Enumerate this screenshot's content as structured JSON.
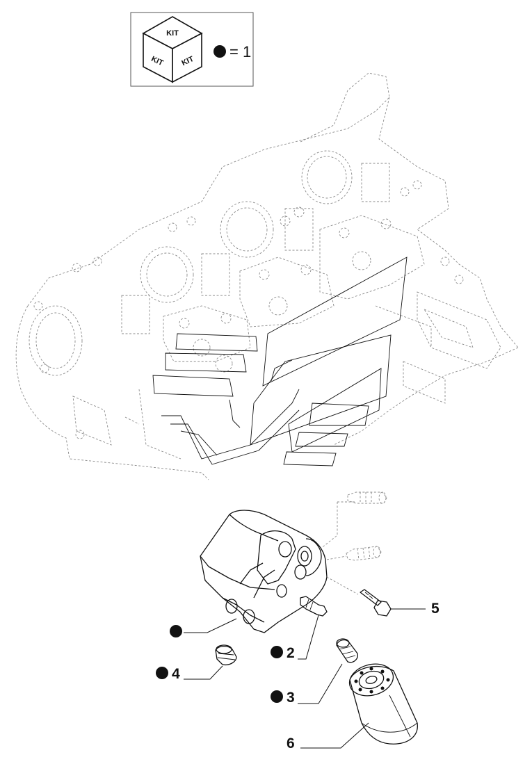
{
  "legend": {
    "kit_top": "KIT",
    "kit_left": "KIT",
    "kit_right": "KIT",
    "equals_text": "= 1"
  },
  "callouts": {
    "item_2": "2",
    "item_3": "3",
    "item_4": "4",
    "item_5": "5",
    "item_6": "6"
  },
  "colors": {
    "ink": "#111111",
    "phantom": "#8a8a8a"
  }
}
